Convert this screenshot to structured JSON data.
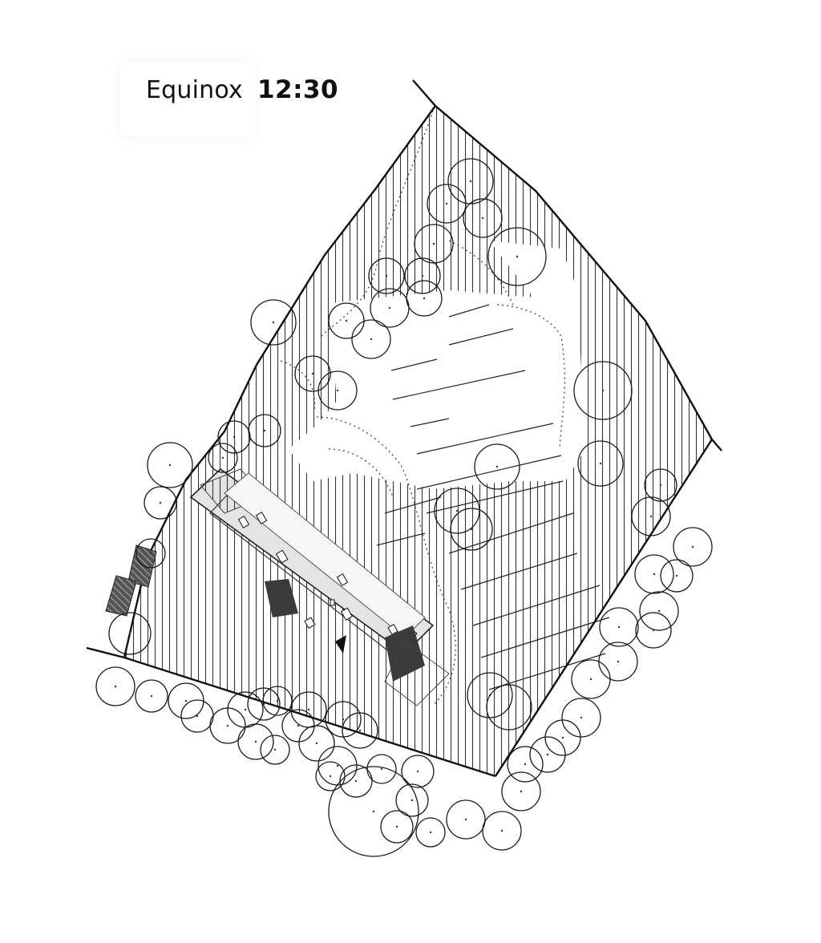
{
  "diagram": {
    "title": "Equinox",
    "time": "12:30"
  },
  "colors": {
    "ink": "#151515",
    "hatch": "#333333",
    "roof_fill": "#dcdcdc",
    "dark_fill": "#3a3a3a",
    "background": "#ffffff"
  },
  "icons": [
    "tree-canopy-icon",
    "dark-hatched-block"
  ]
}
